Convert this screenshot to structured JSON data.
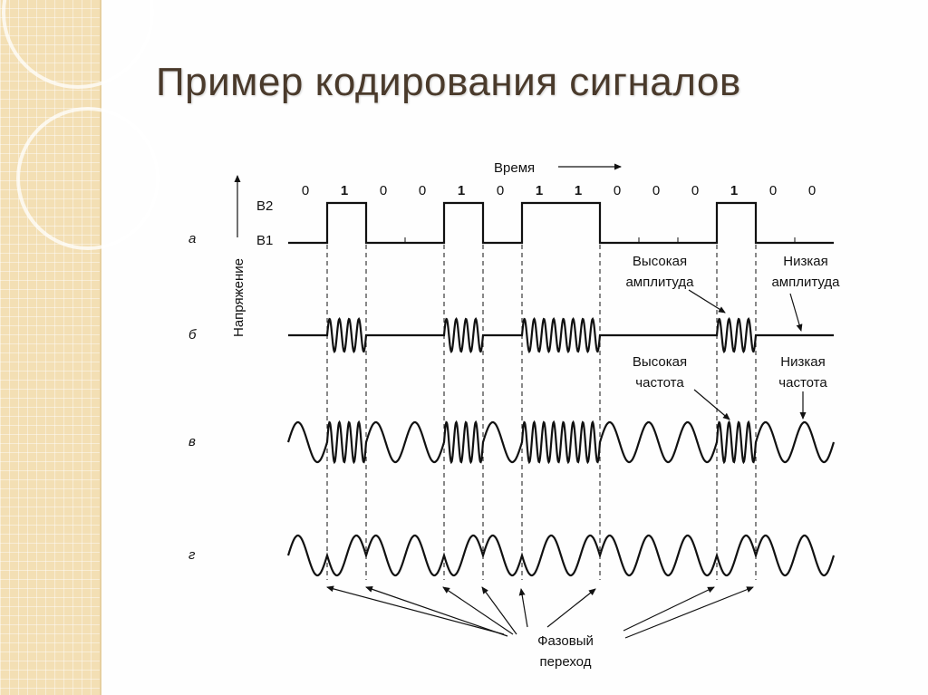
{
  "slide": {
    "title": "Пример кодирования сигналов"
  },
  "diagram": {
    "time_label": "Время",
    "voltage_label": "Напряжение",
    "level_high": "B2",
    "level_low": "B1",
    "bits": [
      "0",
      "1",
      "0",
      "0",
      "1",
      "0",
      "1",
      "1",
      "0",
      "0",
      "0",
      "1",
      "0",
      "0"
    ],
    "row_labels": [
      "а",
      "б",
      "в",
      "г"
    ],
    "annotations": {
      "high_amplitude": [
        "Высокая",
        "амплитуда"
      ],
      "low_amplitude": [
        "Низкая",
        "амплитуда"
      ],
      "high_frequency": [
        "Высокая",
        "частота"
      ],
      "low_frequency": [
        "Низкая",
        "частота"
      ],
      "phase_shift": [
        "Фазовый",
        "переход"
      ]
    }
  }
}
